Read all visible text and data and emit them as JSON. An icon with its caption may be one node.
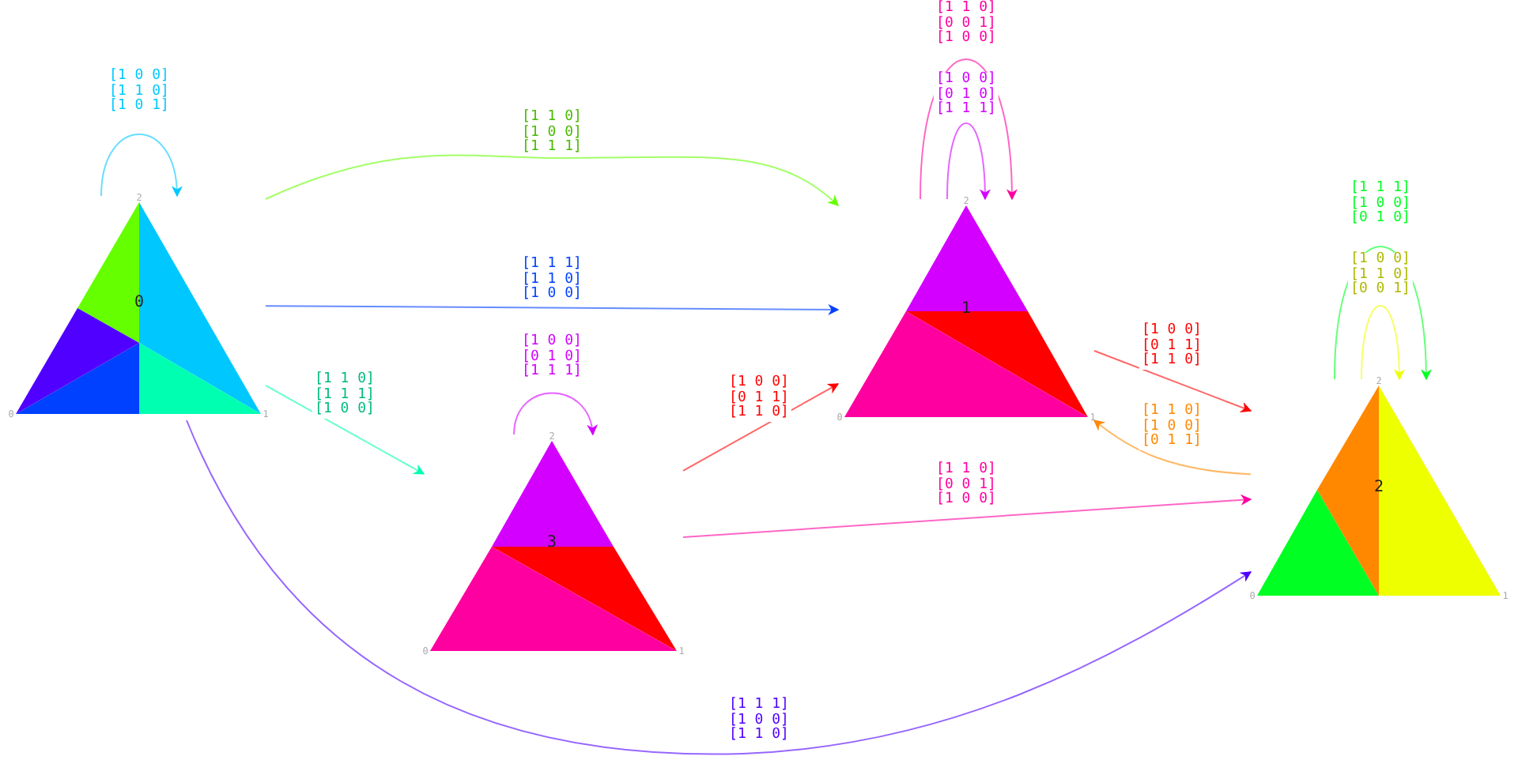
{
  "diagram": {
    "nodes": [
      {
        "text": [
          "0",
          "0",
          "1",
          "2"
        ]
      },
      {
        "text": [
          "1",
          "0",
          "1",
          "2"
        ]
      },
      {
        "text": [
          "3",
          "0",
          "1",
          "2"
        ]
      },
      {
        "text": [
          "2",
          "0",
          "1",
          "2"
        ]
      }
    ],
    "edges": [
      {
        "from": 0,
        "to": 0,
        "arrow": "to",
        "label": "[1 0 0] [1 1 0] [1 0 1]",
        "color": "#00c8ff"
      },
      {
        "from": 0,
        "to": 1,
        "arrow": "to",
        "label": "[1 1 0] [1 0 0] [1 1 1]",
        "color": "#66ff00"
      },
      {
        "from": 0,
        "to": 1,
        "arrow": "to",
        "label": "[1 1 1] [1 1 0] [1 0 0]",
        "color": "#0040ff"
      },
      {
        "from": 2,
        "to": 2,
        "arrow": "to",
        "label": "[1 0 0] [0 1 0] [1 1 1]",
        "color": "#d400ff"
      },
      {
        "from": 0,
        "to": 2,
        "arrow": "to",
        "label": "[1 1 0] [1 1 1] [1 0 0]",
        "color": "#00ffb0"
      },
      {
        "from": 2,
        "to": 1,
        "arrow": "to",
        "label": "[1 0 0] [0 1 1] [1 1 0]",
        "color": "#ff0000"
      },
      {
        "from": 1,
        "to": 1,
        "arrow": "to",
        "label": "[1 1 0] [0 0 1] [1 0 0]",
        "color": "#ff00a0"
      },
      {
        "from": 1,
        "to": 1,
        "arrow": "to",
        "label": "[1 0 0] [0 1 0] [1 1 1]",
        "color": "#d400ff"
      },
      {
        "from": 1,
        "to": 3,
        "arrow": "to",
        "label": "[1 0 0] [0 1 1] [1 1 0]",
        "color": "#ff0000"
      },
      {
        "from": 3,
        "to": 1,
        "arrow": "to",
        "label": "[1 1 0] [1 0 0] [0 1 1]",
        "color": "#ff8800"
      },
      {
        "from": 2,
        "to": 3,
        "arrow": "to",
        "label": "[1 1 0] [0 0 1] [1 0 0]",
        "color": "#ff00a0"
      },
      {
        "from": 0,
        "to": 3,
        "arrow": "to",
        "label": "[1 1 1] [1 0 0] [1 1 0]",
        "color": "#5000ff"
      },
      {
        "from": 3,
        "to": 3,
        "arrow": "to",
        "label": "[1 1 1] [1 0 0] [0 1 0]",
        "color": "#00ff22"
      },
      {
        "from": 3,
        "to": 3,
        "arrow": "to",
        "label": "[1 0 0] [1 1 0] [0 0 1]",
        "color": "#eeff00"
      }
    ]
  }
}
